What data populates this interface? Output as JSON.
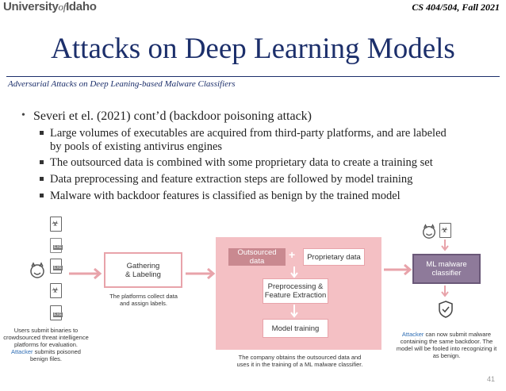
{
  "header": {
    "logo_left": "University",
    "logo_of": "of",
    "logo_right": "Idaho",
    "course": "CS 404/504, Fall 2021"
  },
  "slide": {
    "title": "Attacks on Deep Learning Models",
    "subtitle": "Adversarial Attacks on Deep Leaning-based Malware Classifiers",
    "bullet_main": "Severi et el. (2021) cont’d (backdoor poisoning attack)",
    "sub_bullets": [
      "Large volumes of executables are acquired from third-party platforms, and are labeled",
      "by pools of existing antivirus engines",
      "The outsourced data is combined with some proprietary data to create a training set",
      "Data preprocessing and feature extraction steps are followed by model training",
      "Malware with backdoor features is classified as benign by the trained model"
    ],
    "page_number": "41"
  },
  "diagram": {
    "gathering_label_1": "Gathering",
    "gathering_label_2": "& Labeling",
    "gathering_caption_1": "The platforms collect data",
    "gathering_caption_2": "and assign labels.",
    "outsourced": "Outsourced data",
    "plus": "+",
    "proprietary": "Proprietary data",
    "preprocess_1": "Preprocessing &",
    "preprocess_2": "Feature Extraction",
    "training": "Model training",
    "company_caption_1": "The company obtains the outsourced data and",
    "company_caption_2": "uses it in the training of a ML malware classifier.",
    "classifier_1": "ML malware",
    "classifier_2": "classifier",
    "users_caption_1": "Users submit binaries to",
    "users_caption_2": "crowdsourced threat intelligence",
    "users_caption_3": "platforms for evaluation.",
    "users_caption_attacker": "Attacker",
    "users_caption_4": " submits poisoned",
    "users_caption_5": "benign files.",
    "right_caption_attacker": "Attacker",
    "right_caption_1": " can now submit malware",
    "right_caption_2": "containing the same backdoor. The",
    "right_caption_3": "model will be fooled into recognizing it",
    "right_caption_4": "as benign.",
    "exe_label": "EXE",
    "colors": {
      "pink_panel": "#f4c0c4",
      "pink_border": "#e8a3aa",
      "purple_box": "#8e7a9a",
      "title_blue": "#1c2f6b",
      "attacker_blue": "#2e6db4"
    }
  }
}
